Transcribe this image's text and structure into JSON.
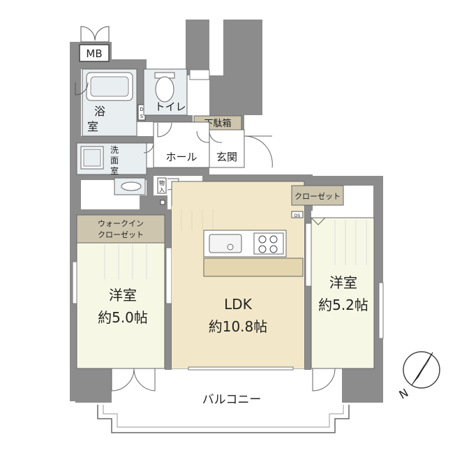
{
  "labels": {
    "mb": "MB",
    "bath": [
      "浴",
      "室"
    ],
    "toilet": "トイレ",
    "ds_top": [
      "D",
      "S"
    ],
    "shoe_box": "下駄箱",
    "washroom": [
      "洗",
      "面",
      "室"
    ],
    "hall": "ホール",
    "entrance": "玄関",
    "storage": [
      "物",
      "入"
    ],
    "closet": "クローゼット",
    "ds_right": "DS",
    "wic": [
      "ウォークイン",
      "クローゼット"
    ],
    "room_west": {
      "name": "洋室",
      "size": "約5.0帖"
    },
    "ldk": {
      "name": "LDK",
      "size": "約10.8帖"
    },
    "room_east": {
      "name": "洋室",
      "size": "約5.2帖"
    },
    "balcony": "バルコニー",
    "north": "N"
  },
  "colors": {
    "wall": "#8c8c8c",
    "room": "#f7f7e6",
    "ldk": "#f2e8c9",
    "wet": "#e9eef1",
    "closet": "#cdc5ae",
    "hall": "#ffffff"
  }
}
